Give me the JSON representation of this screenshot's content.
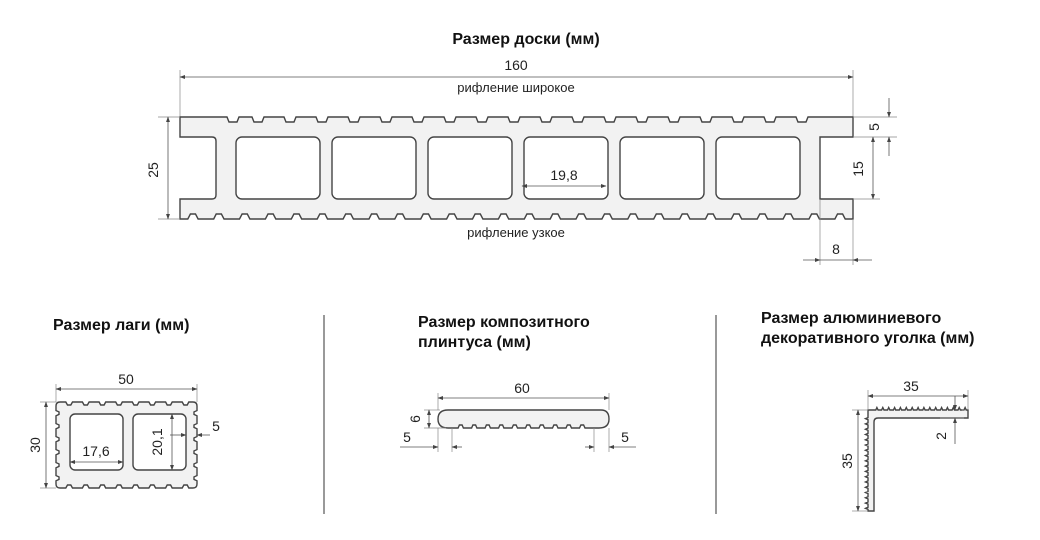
{
  "board": {
    "title": "Размер доски (мм)",
    "width": "160",
    "top_note": "рифление широкое",
    "bottom_note": "рифление узкое",
    "height": "25",
    "hole_width": "19,8",
    "edge_top": "5",
    "edge_mid": "15",
    "edge_depth": "8"
  },
  "joist": {
    "title": "Размер лаги (мм)",
    "width": "50",
    "height": "30",
    "cavity_width": "17,6",
    "cavity_height": "20,1",
    "wall": "5"
  },
  "skirting": {
    "title_line1": "Размер композитного",
    "title_line2": "плинтуса (мм)",
    "width": "60",
    "thickness": "6",
    "left_offset": "5",
    "right_offset": "5"
  },
  "corner": {
    "title_line1": "Размер алюминиевого",
    "title_line2": "декоративного уголка (мм)",
    "width": "35",
    "height": "35",
    "thickness": "2"
  },
  "colors": {
    "line": "#444444",
    "fill": "#f2f2f2",
    "text": "#111111"
  }
}
